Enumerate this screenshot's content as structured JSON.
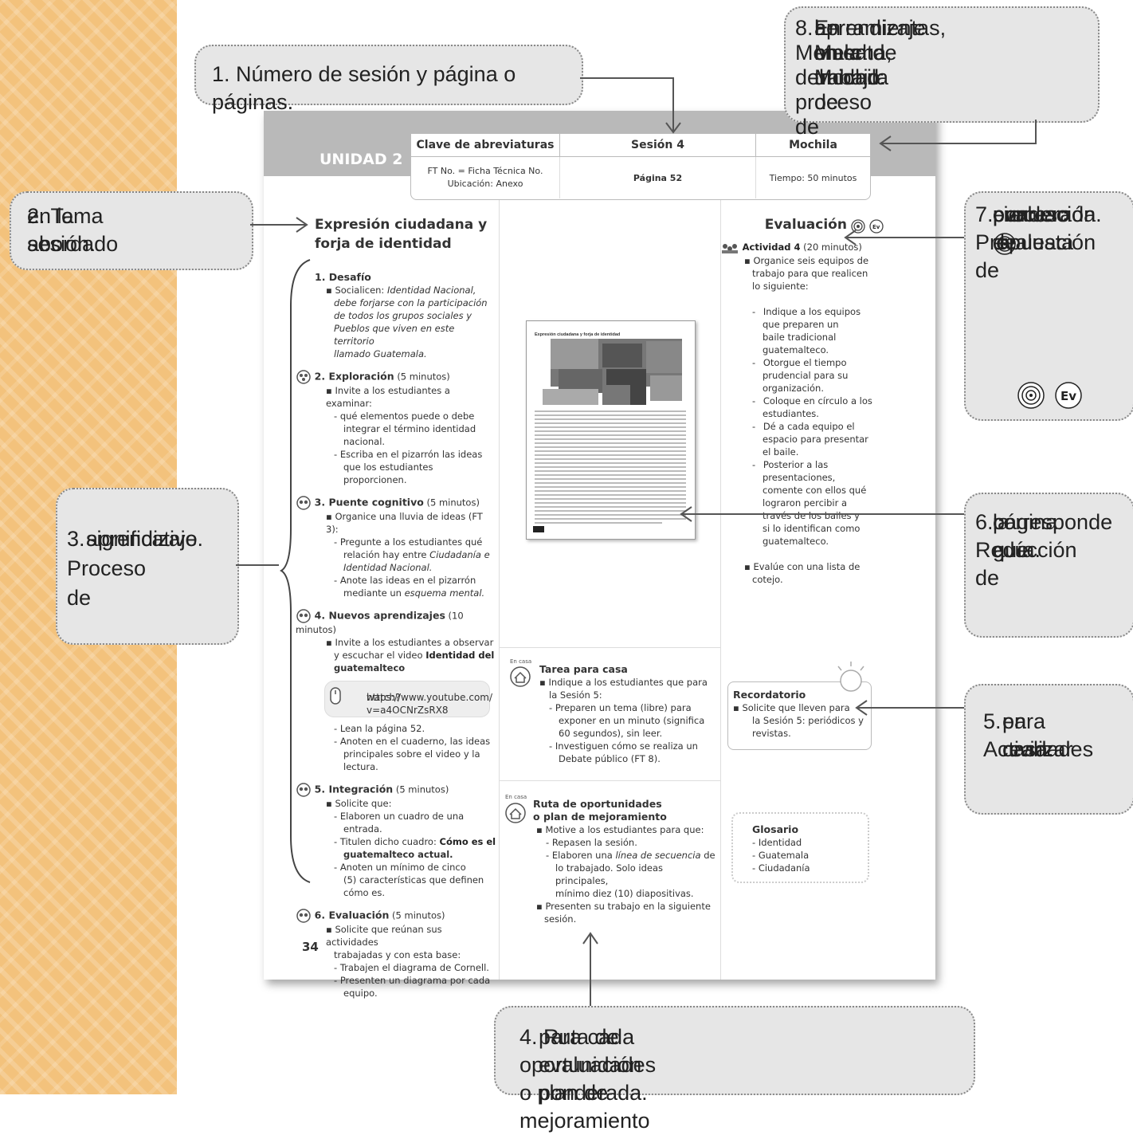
{
  "header": {
    "unidad": "UNIDAD 2",
    "col1_title": "Clave de abreviaturas",
    "col1_line1": "FT No. = Ficha Técnica No.",
    "col1_line2": "Ubicación: Anexo",
    "col2_title": "Sesión 4",
    "col2_body": "Página 52",
    "col3_title": "Mochila",
    "col3_body": "Tiempo: 50 minutos"
  },
  "left": {
    "title_line1": "Expresión ciudadana y",
    "title_line2": "forja de identidad",
    "s1": {
      "head": "1. Desafío",
      "b1_lead": "Socialicen:",
      "b1_italic": [
        "Identidad Nacional,",
        "debe forjarse con la participación",
        "de todos los grupos sociales y",
        "Pueblos que viven en este territorio",
        "llamado Guatemala."
      ]
    },
    "s2": {
      "head": "2. Exploración",
      "time": "(5 minutos)",
      "b1": "Invite a los estudiantes a examinar:",
      "d1": [
        "qué elementos puede o debe",
        "integrar el término identidad",
        "nacional."
      ],
      "d2": [
        "Escriba en el pizarrón las ideas",
        "que los estudiantes proporcionen."
      ]
    },
    "s3": {
      "head": "3. Puente cognitivo",
      "time": "(5 minutos)",
      "b1": "Organice una lluvia de ideas (FT 3):",
      "d1_l1": "Pregunte a los estudiantes qué",
      "d1_l2a": "relación hay entre",
      "d1_l2b": "Ciudadanía e",
      "d1_l3": "Identidad Nacional.",
      "d2_l1": "Anote las ideas en el pizarrón",
      "d2_l2a": "mediante un",
      "d2_l2b": "esquema mental."
    },
    "s4": {
      "head": "4. Nuevos aprendizajes",
      "time": "(10 minutos)",
      "b1_l1": "Invite a los estudiantes a observar",
      "b1_l2a": "y escuchar el video",
      "b1_l2b": "Identidad del",
      "b1_l3": "guatemalteco",
      "url1": "https://www.youtube.com/",
      "url2": "watch?v=a4OCNrZsRX8",
      "d1": "Lean la página 52.",
      "d2": [
        "Anoten en el cuaderno, las ideas",
        "principales sobre el video y la",
        "lectura."
      ]
    },
    "s5": {
      "head": "5. Integración",
      "time": "(5 minutos)",
      "b1": "Solicite que:",
      "d1": [
        "Elaboren un cuadro de una",
        "entrada."
      ],
      "d2_l1a": "Titulen dicho cuadro:",
      "d2_l1b": "Cómo es el",
      "d2_l2": "guatemalteco actual.",
      "d3": [
        "Anoten un mínimo de cinco",
        "(5) características que definen",
        "cómo es."
      ]
    },
    "s6": {
      "head": "6. Evaluación",
      "time": "(5 minutos)",
      "b1": [
        "Solicite que reúnan sus actividades",
        "trabajadas y con esta base:"
      ],
      "d1": "Trabajen el diagrama de Cornell.",
      "d2": [
        "Presenten un diagrama por cada",
        "equipo."
      ]
    },
    "page_number": "34"
  },
  "thumb": {
    "title": "Expresión ciudadana y forja de identidad"
  },
  "middle": {
    "en_casa": "En casa",
    "tarea_title": "Tarea para casa",
    "tarea_b1": [
      "Indique a los estudiantes que para",
      "la Sesión 5:"
    ],
    "tarea_d1": [
      "Preparen un tema (libre) para",
      "exponer en un minuto (significa",
      "60 segundos), sin leer."
    ],
    "tarea_d2": [
      "Investiguen cómo se realiza un",
      "Debate público (FT 8)."
    ],
    "ruta_title1": "Ruta de oportunidades",
    "ruta_title2": "o plan de mejoramiento",
    "ruta_b1": "Motive a los estudiantes para que:",
    "ruta_d1": "Repasen la sesión.",
    "ruta_d2_l1a": "Elaboren una",
    "ruta_d2_l1b": "línea de secuencia",
    "ruta_d2_l1c": "de",
    "ruta_d2_l2": "lo trabajado. Solo ideas principales,",
    "ruta_d2_l3": "mínimo diez (10) diapositivas.",
    "ruta_b2": [
      "Presenten su trabajo en la siguiente",
      "sesión."
    ]
  },
  "right": {
    "eval_title": "Evaluación",
    "ev_badge": "Ev",
    "act_head": "Actividad 4",
    "act_time": "(20 minutos)",
    "act_b1": [
      "Organice seis equipos de",
      "trabajo para que realicen",
      "lo siguiente:"
    ],
    "d1": [
      "Indique a los equipos",
      "que preparen un",
      "baile tradicional",
      "guatemalteco."
    ],
    "d2": [
      "Otorgue el tiempo",
      "prudencial para su",
      "organización."
    ],
    "d3": [
      "Coloque en círculo a los",
      "estudiantes."
    ],
    "d4": [
      "Dé a cada equipo el",
      "espacio para presentar",
      "el baile."
    ],
    "d5": [
      "Posterior a las",
      "presentaciones,",
      "comente con ellos qué",
      "lograron percibir a",
      "través de los bailes y",
      "si lo identifican como",
      "guatemalteco."
    ],
    "b2": [
      "Evalúe con una lista de",
      "cotejo."
    ],
    "rec_title": "Recordatorio",
    "rec_l1": "Solicite que lleven para",
    "rec_l2": "la Sesión 5: periódicos y",
    "rec_l3": "revistas.",
    "glos_title": "Glosario",
    "glos": [
      "Identidad",
      "Guatemala",
      "Ciudadanía"
    ]
  },
  "callouts": {
    "c1": "1. Número de sesión y página o páginas.",
    "c2": [
      "2. Tema abordado",
      "en la sesión."
    ],
    "c3": [
      "3. Proceso de",
      "aprendizaje",
      "significativo."
    ],
    "c4": [
      "4. Ruta de oportunidades o plan de mejoramiento",
      "para cada evaluación ponderada."
    ],
    "c5": [
      "5. Actividades",
      "para realizar",
      "en casa."
    ],
    "c6": [
      "6. Reducción de",
      "página que",
      "corresponde a",
      "la guía."
    ],
    "c7": [
      "7. Propuesta de",
      "evaluación",
      "cierre de",
      "proceso",
      "o evaluación",
      "ponderada."
    ],
    "c7_ev": "Ev",
    "c8": [
      "8. Momento del proceso de",
      "aprendizaje en la unidad:",
      "En marcha, Mochila de",
      "herramientas, Mesa de trabajo."
    ]
  }
}
